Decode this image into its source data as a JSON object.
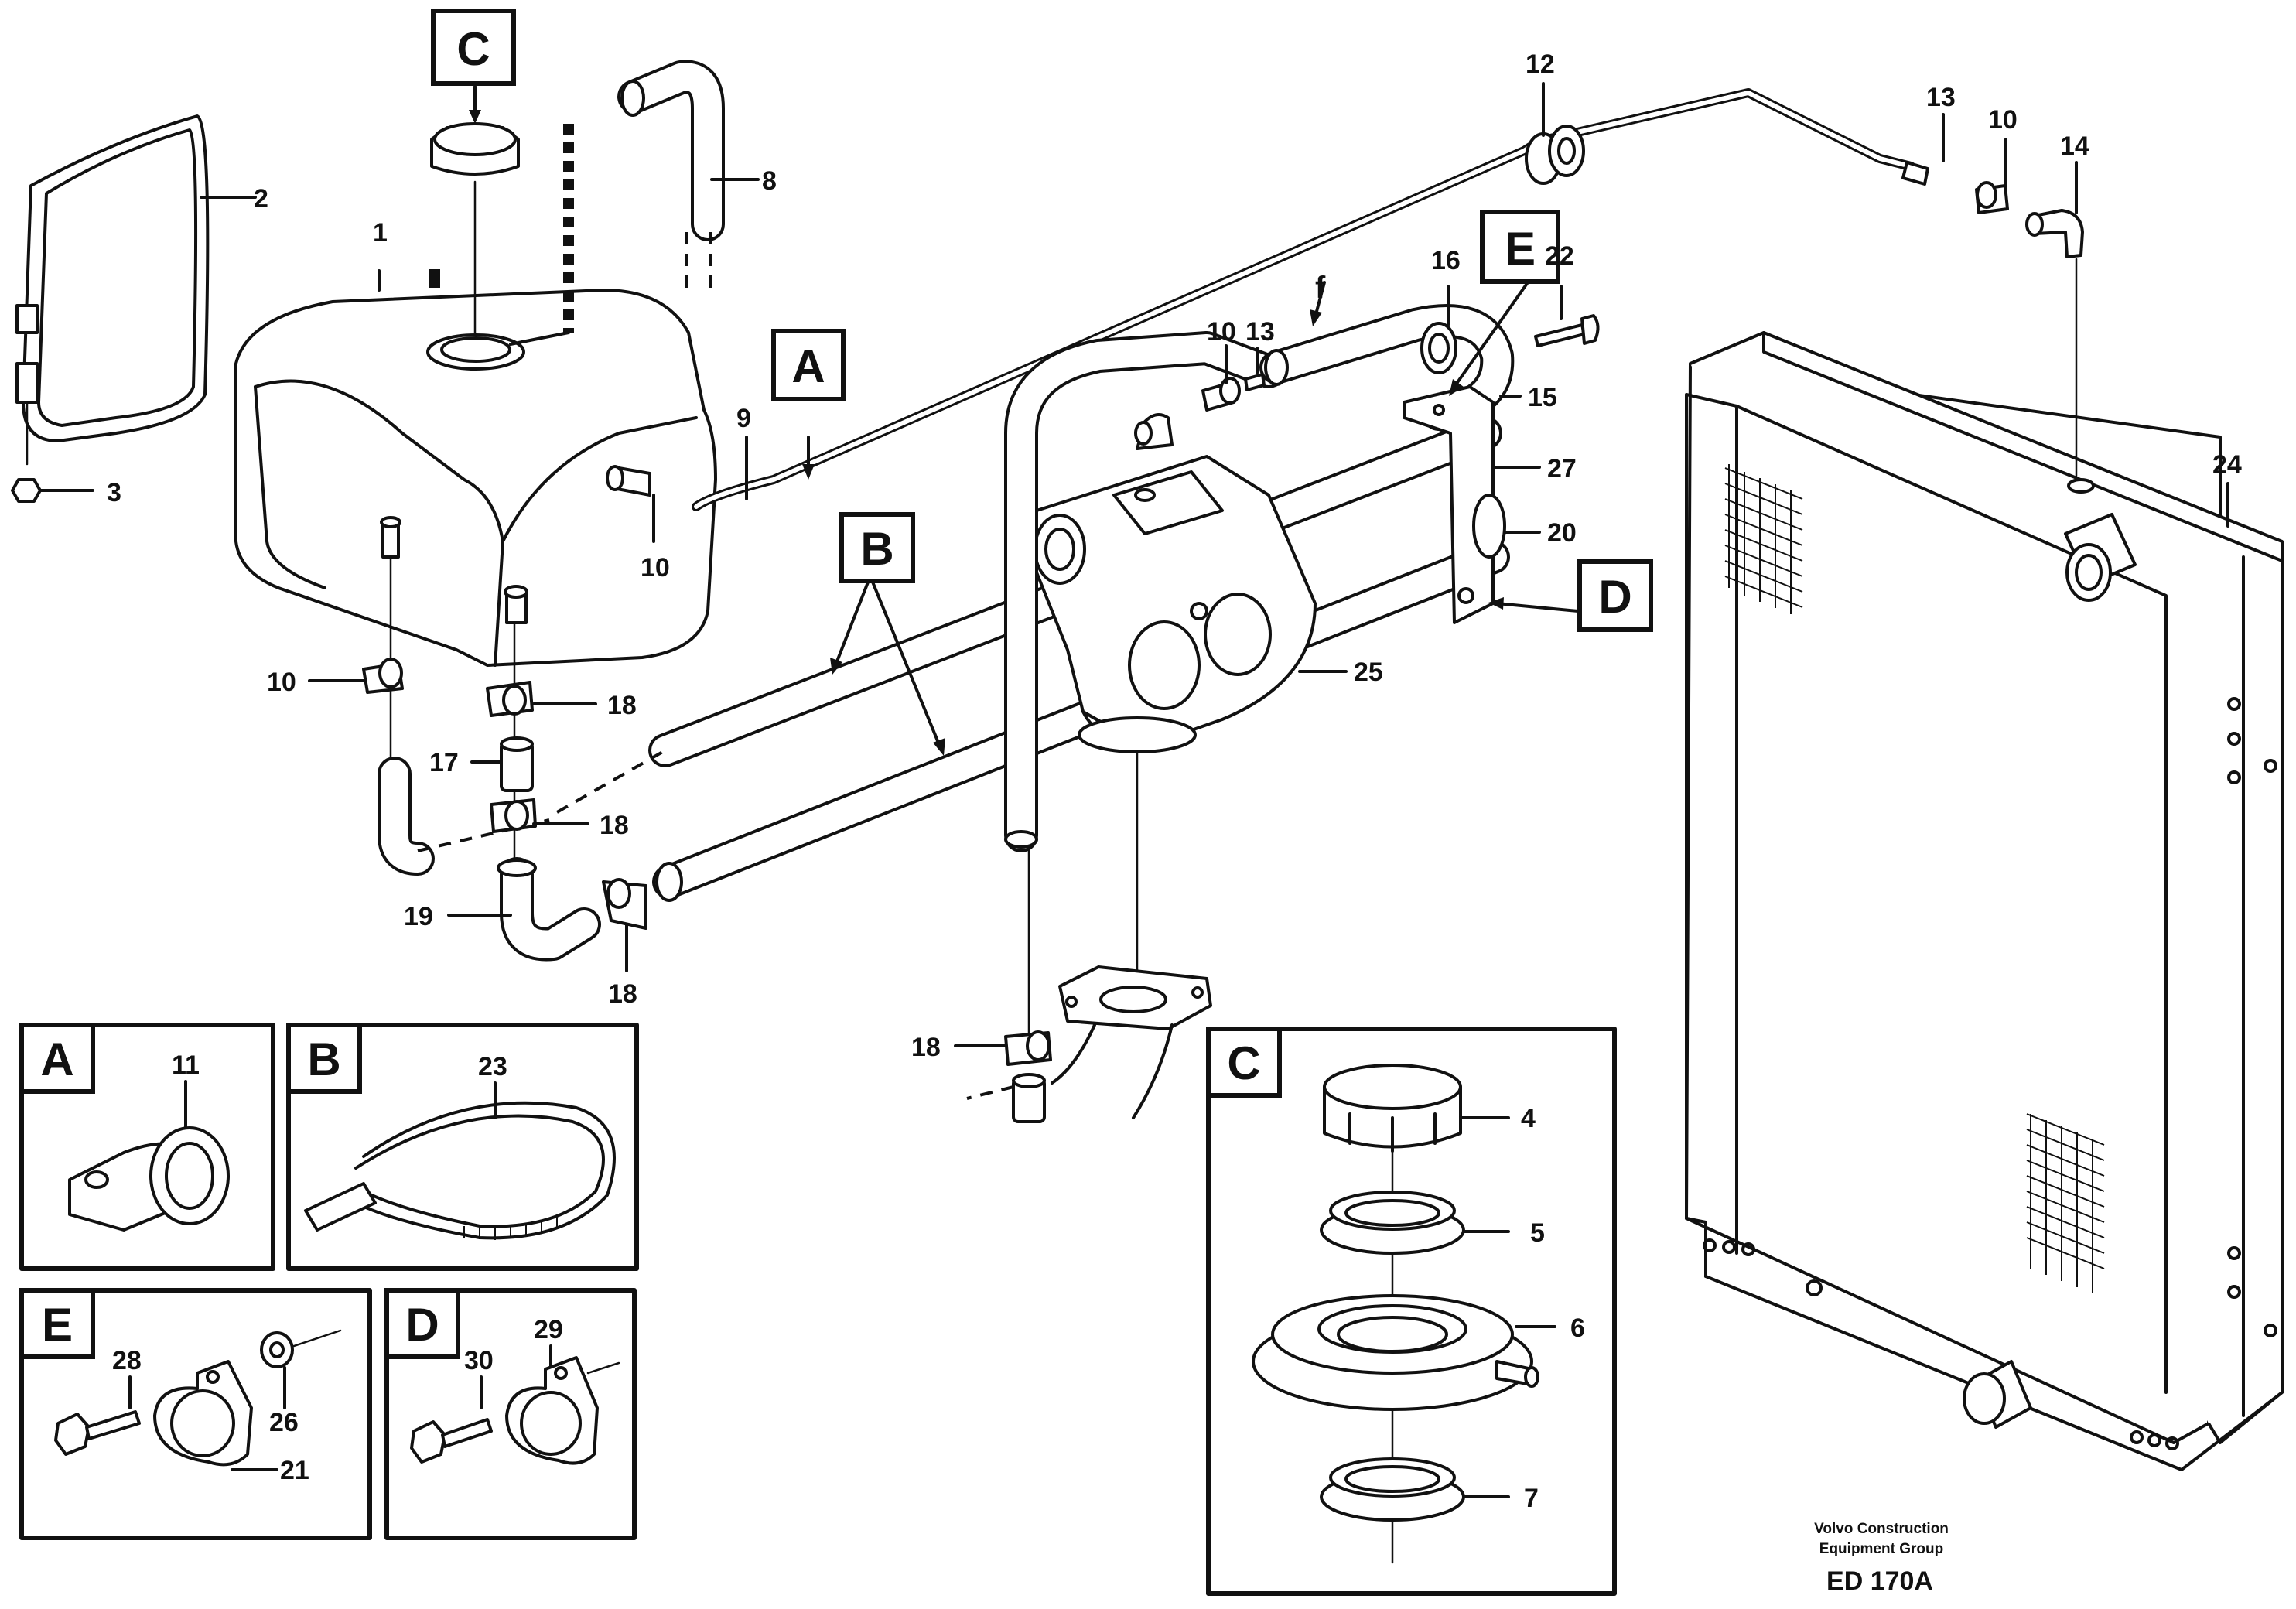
{
  "callouts": {
    "c1": "1",
    "c2": "2",
    "c3": "3",
    "c4": "4",
    "c5": "5",
    "c6": "6",
    "c7": "7",
    "c8": "8",
    "c9": "9",
    "c10": "10",
    "c11": "11",
    "c12": "12",
    "c13": "13",
    "c14": "14",
    "c15": "15",
    "c16": "16",
    "c17": "17",
    "c18": "18",
    "c19": "19",
    "c20": "20",
    "c21": "21",
    "c22": "22",
    "c23": "23",
    "c24": "24",
    "c25": "25",
    "c26": "26",
    "c27": "27",
    "c28": "28",
    "c29": "29",
    "c30": "30",
    "f": "f"
  },
  "views": {
    "A": "A",
    "B": "B",
    "C": "C",
    "D": "D",
    "E": "E"
  },
  "footer": {
    "line1": "Volvo Construction",
    "line2": "Equipment Group",
    "code": "ED 170A"
  }
}
